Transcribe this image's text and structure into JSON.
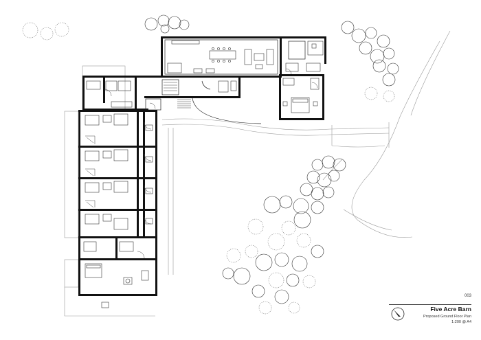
{
  "titleblock": {
    "sheet_number": "003",
    "project_title": "Five Acre Barn",
    "drawing_title": "Proposed Ground Floor Plan",
    "scale_note": "1:200 @ A4"
  },
  "icons": {
    "north_arrow": "north-arrow-icon"
  }
}
